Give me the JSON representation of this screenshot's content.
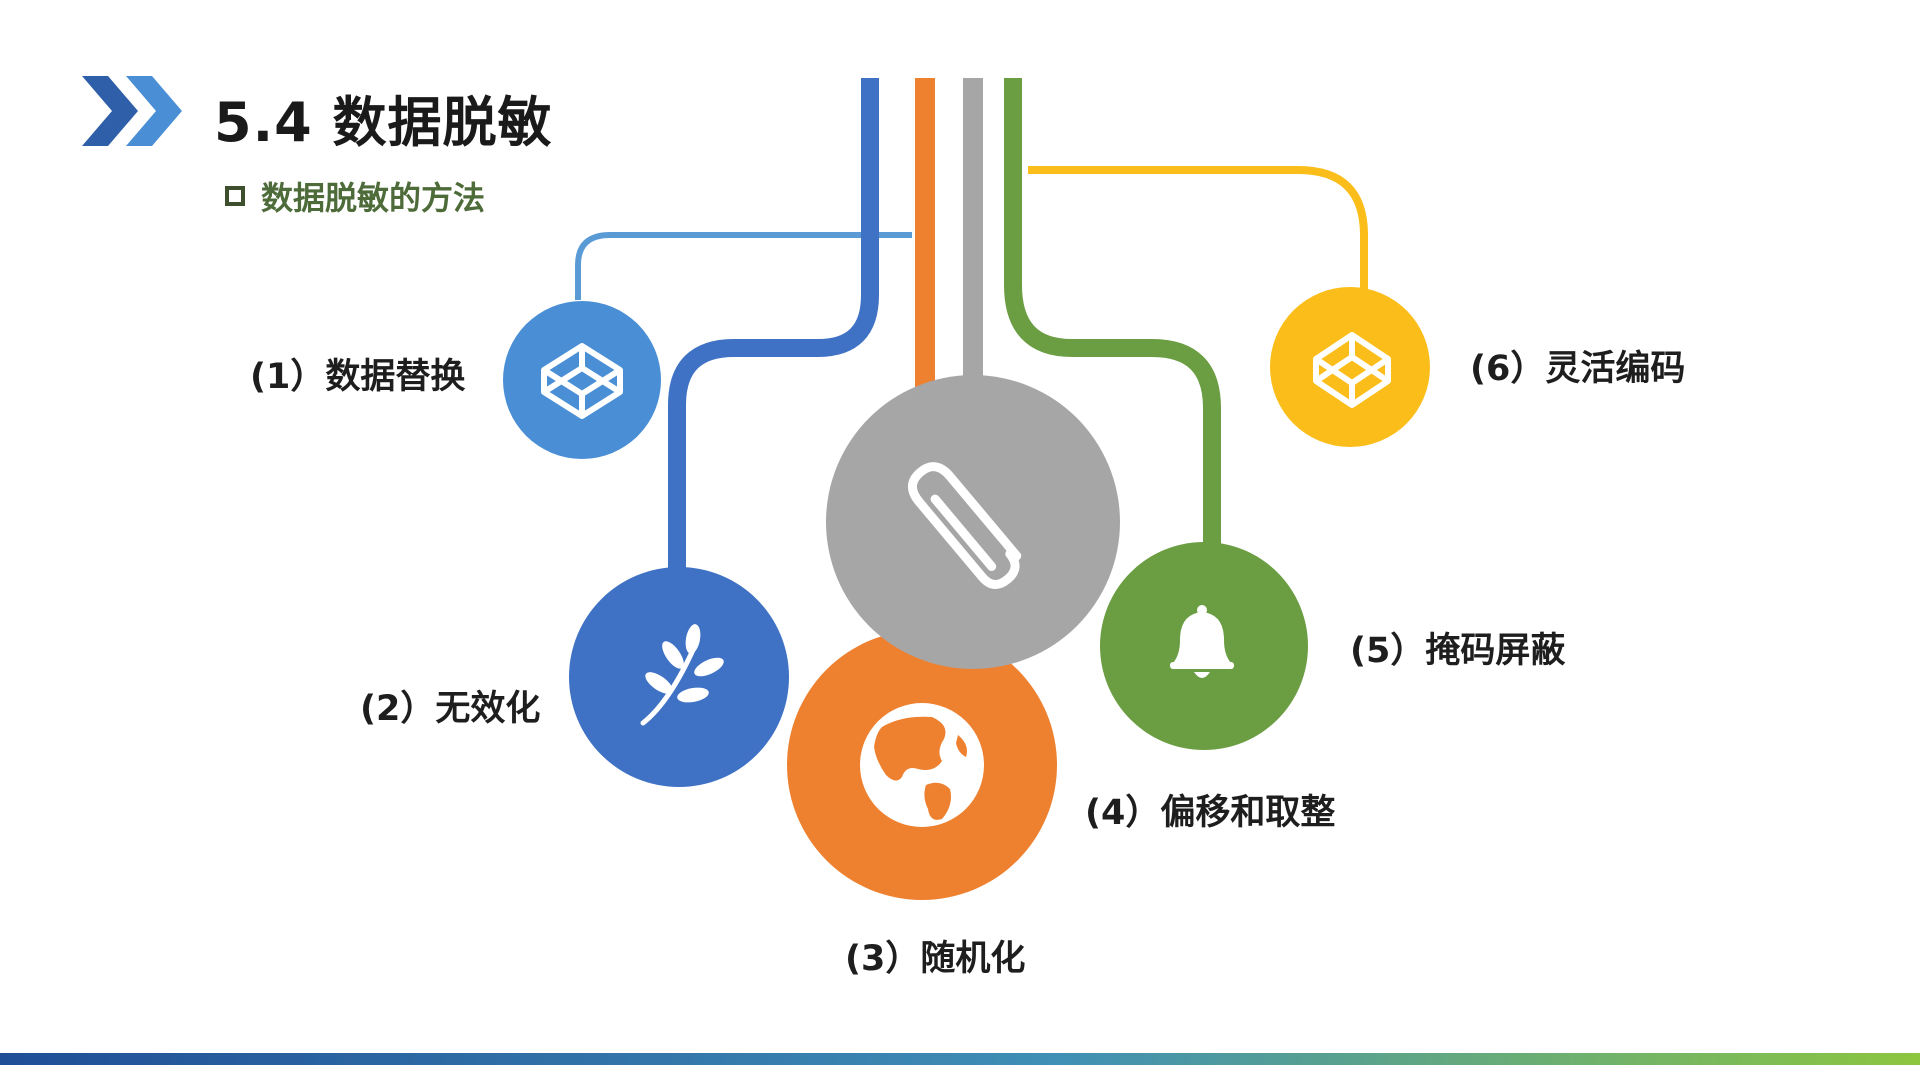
{
  "header": {
    "title": "5.4 数据脱敏",
    "subtitle": "数据脱敏的方法"
  },
  "nodes": [
    {
      "id": "node-1",
      "label": "(1）数据替换",
      "icon": "codepen-cube-icon",
      "color": "#4a8fd6"
    },
    {
      "id": "node-2",
      "label": "(2）无效化",
      "icon": "leaf-icon",
      "color": "#3f72c4"
    },
    {
      "id": "node-3",
      "label": "(3）随机化",
      "icon": "globe-icon",
      "color": "#ee8130"
    },
    {
      "id": "node-center",
      "label": "",
      "icon": "paperclip-icon",
      "color": "#a6a6a6"
    },
    {
      "id": "node-4",
      "label": "(4）偏移和取整",
      "icon": "",
      "color": "#ee8130"
    },
    {
      "id": "node-5",
      "label": "(5）掩码屏蔽",
      "icon": "bell-icon",
      "color": "#6b9e43"
    },
    {
      "id": "node-6",
      "label": "(6）灵活编码",
      "icon": "codepen-cube-icon",
      "color": "#fbbd19"
    }
  ],
  "colors": {
    "header_chevron": "#2e5fa8",
    "header_chevron_light": "#4a8fd6",
    "subtitle_text": "#4e6b3a",
    "bottom_bar_start": "#1f4e96",
    "bottom_bar_end": "#8cc63f"
  }
}
